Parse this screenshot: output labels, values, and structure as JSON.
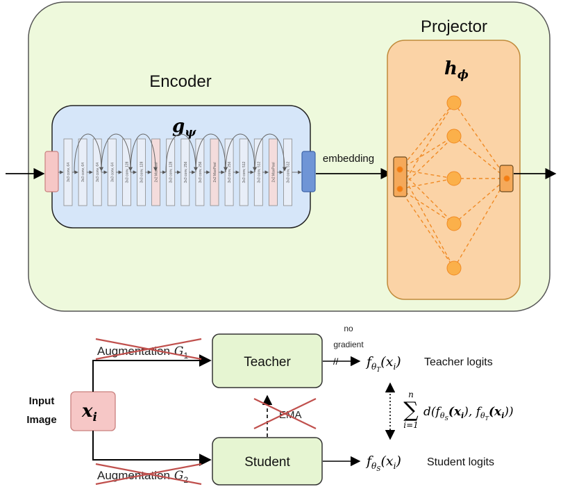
{
  "top": {
    "encoder_title": "Encoder",
    "encoder_symbol": "g",
    "encoder_sub": "ψ",
    "projector_title": "Projector",
    "projector_symbol": "h",
    "projector_sub": "ϕ",
    "embedding_label": "embedding",
    "layers": [
      "3x3 conv, 64",
      "3x3 conv, 64",
      "3x3 conv, 64",
      "3x3 conv, 64",
      "3x3 conv, 128",
      "3x3 conv, 128",
      "2x2 MaxPool",
      "3x3 conv, 128",
      "3x3 conv, 256",
      "3x3 conv, 256",
      "2x2 MaxPool",
      "3x3 conv, 256",
      "3x3 conv, 512",
      "3x3 conv, 512",
      "2x2 MaxPool",
      "3x3 conv, 512"
    ]
  },
  "bottom": {
    "input_label_1": "Input",
    "input_label_2": "Image",
    "input_symbol": "x",
    "input_sub": "i",
    "aug1_text": "Augmentation",
    "aug1_sym": "G",
    "aug1_sub": "1",
    "aug2_text": "Augmentation",
    "aug2_sym": "G",
    "aug2_sub": "2",
    "teacher_label": "Teacher",
    "student_label": "Student",
    "ema_label": "EMA",
    "no_gradient_1": "no",
    "no_gradient_2": "gradient",
    "stop_mark": "//",
    "teacher_logit_f": "f",
    "teacher_logit_sub": "θ",
    "teacher_logit_subsub": "T",
    "teacher_logit_arg": "(x",
    "teacher_logit_arg_sub": "i",
    "teacher_logit_close": ")",
    "teacher_logits_label": "Teacher logits",
    "student_logit_f": "f",
    "student_logit_sub": "θ",
    "student_logit_subsub": "S",
    "student_logit_arg": "(x",
    "student_logit_arg_sub": "i",
    "student_logit_close": ")",
    "student_logits_label": "Student logits",
    "sum_symbol": "∑",
    "sum_top": "n",
    "sum_bottom": "i=1",
    "distance_text": "d(f",
    "distance_s": "θ",
    "distance_s_sub": "S",
    "distance_mid": "(x",
    "distance_mid_sub": "i",
    "distance_mid2": "), f",
    "distance_t": "θ",
    "distance_t_sub": "T",
    "distance_end": "(x",
    "distance_end_sub": "i",
    "distance_close": "))"
  },
  "colors": {
    "outer_fill": "#eef9dc",
    "encoder_fill": "#d6e6f9",
    "projector_fill": "#fbd3a6",
    "node_fill": "#fbb04a",
    "input_fill": "#f6c7c6",
    "box_fill": "#e6f5d2",
    "cross": "#c0504d"
  }
}
